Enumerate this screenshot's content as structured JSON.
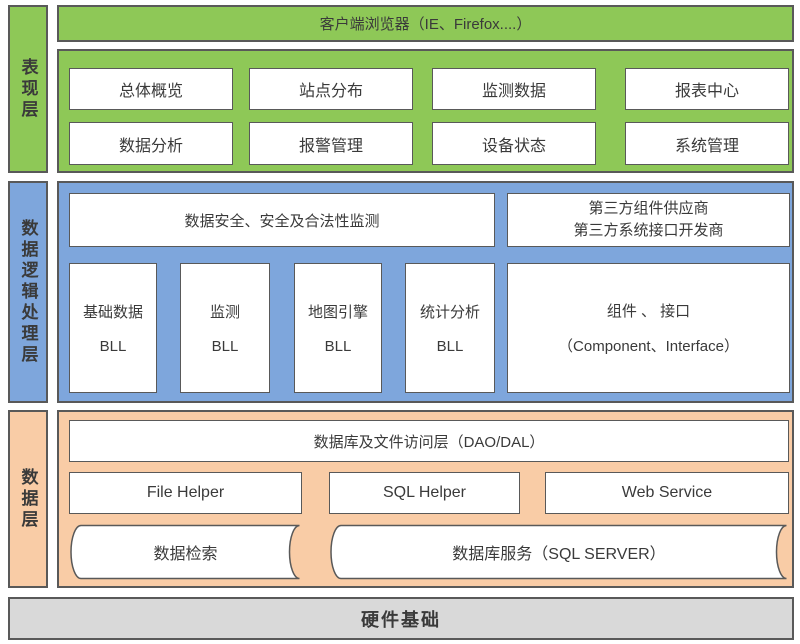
{
  "colors": {
    "green": "#8ec857",
    "blue": "#7ea6dc",
    "orange": "#f9cca6",
    "gray": "#d9d9d9",
    "border": "#595959"
  },
  "layers": {
    "presentation": {
      "label": "表现层",
      "browser_bar": "客户端浏览器（IE、Firefox....）",
      "modules": [
        "总体概览",
        "站点分布",
        "监测数据",
        "报表中心",
        "数据分析",
        "报警管理",
        "设备状态",
        "系统管理"
      ]
    },
    "logic": {
      "label": "数据逻辑处理层",
      "security_box": "数据安全、安全及合法性监测",
      "third_party_line1": "第三方组件供应商",
      "third_party_line2": "第三方系统接口开发商",
      "bll_modules": [
        {
          "name": "基础数据",
          "sub": "BLL"
        },
        {
          "name": "监测",
          "sub": "BLL"
        },
        {
          "name": "地图引擎",
          "sub": "BLL"
        },
        {
          "name": "统计分析",
          "sub": "BLL"
        }
      ],
      "component_line1": "组件 、 接口",
      "component_line2": "（Component、Interface）"
    },
    "data": {
      "label": "数据层",
      "dao_box": "数据库及文件访问层（DAO/DAL）",
      "helpers": [
        "File Helper",
        "SQL Helper",
        "Web Service"
      ],
      "stores": [
        "数据检索",
        "数据库服务（SQL SERVER）"
      ]
    },
    "hardware": {
      "label": "硬件基础"
    }
  }
}
